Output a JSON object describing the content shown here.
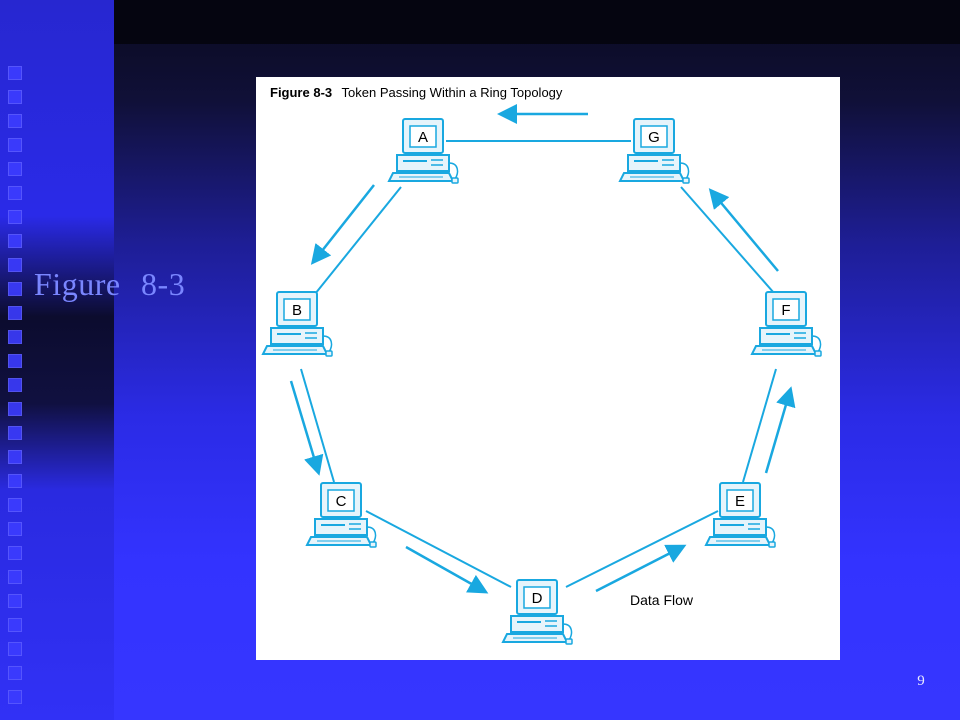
{
  "slide": {
    "title_word": "Figure",
    "title_number": "8-3",
    "page_number": "9"
  },
  "figure": {
    "caption_label": "Figure 8-3",
    "caption_text": "Token Passing Within a Ring Topology",
    "flow_label": "Data Flow",
    "nodes": [
      "A",
      "G",
      "B",
      "F",
      "C",
      "E",
      "D"
    ]
  },
  "colors": {
    "background_blue": "#3333ff",
    "title_text": "#7a86ff",
    "ring_line": "#19a8e0",
    "computer_body": "#e6f4fb",
    "computer_outline": "#19a8e0"
  }
}
